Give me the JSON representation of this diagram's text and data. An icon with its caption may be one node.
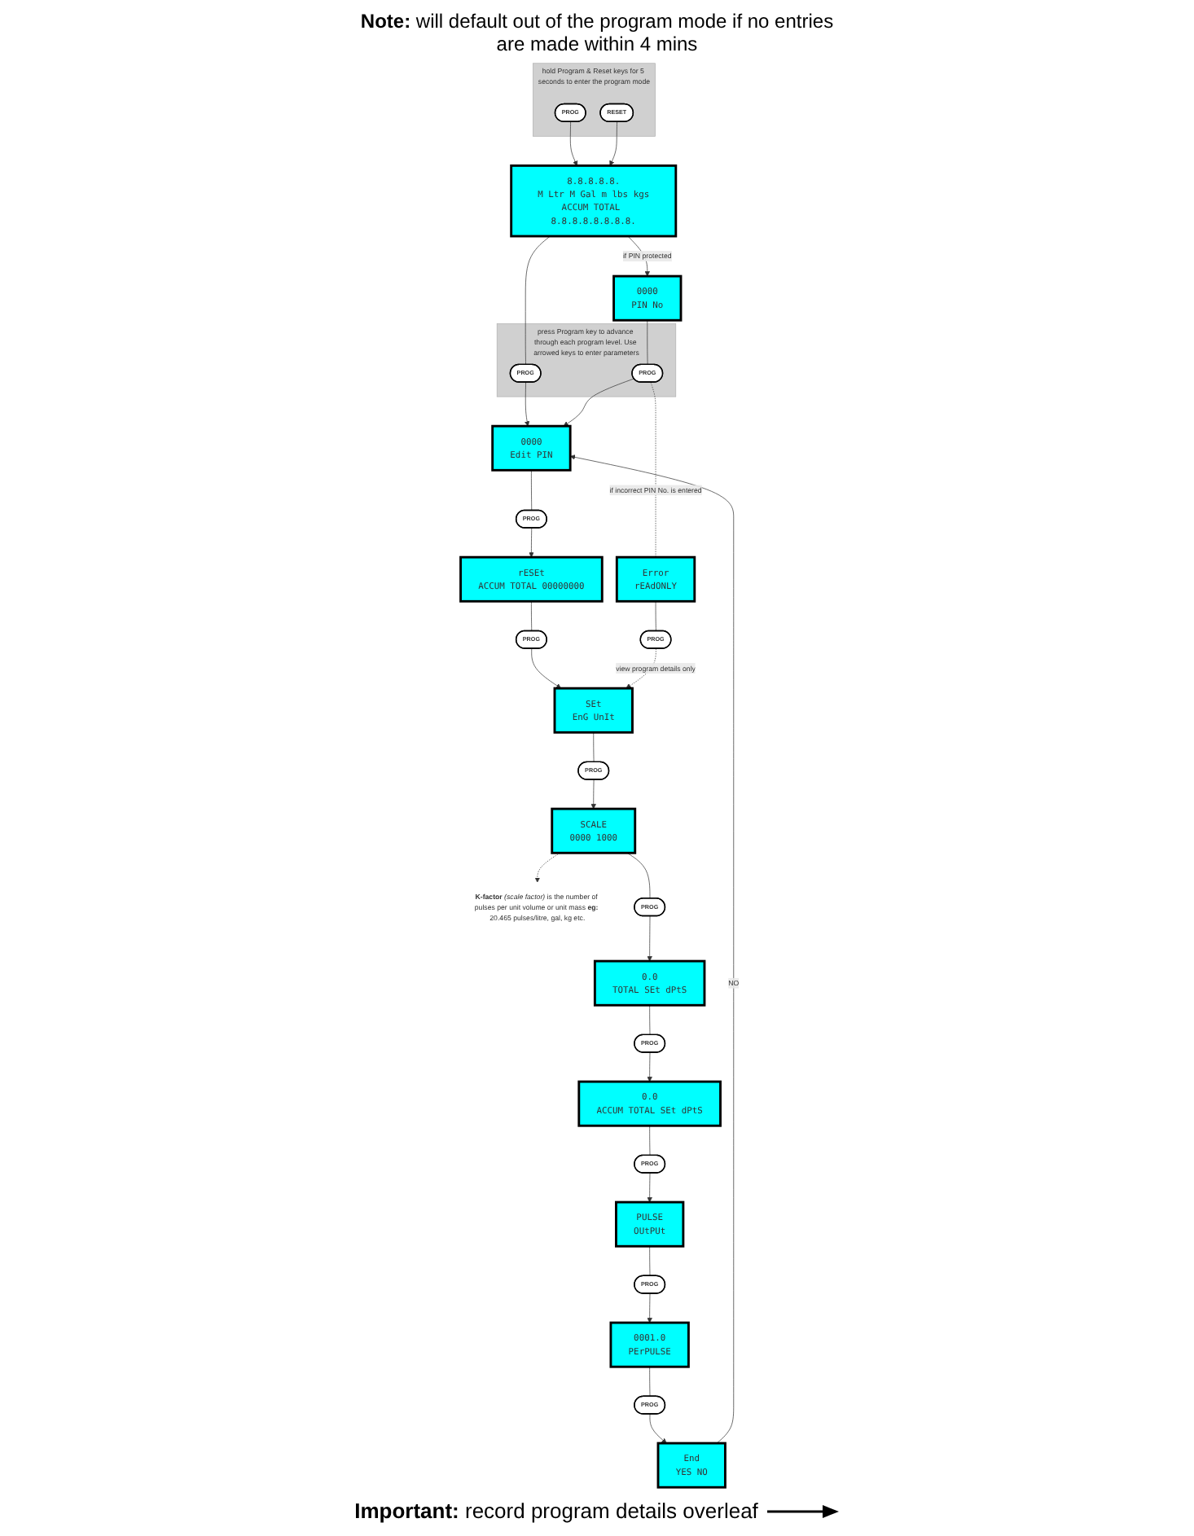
{
  "diagram": {
    "nodes": [
      {
        "text": [
          "hold Program & Reset keys for 5 seconds to enter the program mode"
        ]
      },
      {
        "text": [
          "PROG"
        ],
        "in": 0
      },
      {
        "text": [
          "RESET"
        ],
        "in": 0
      },
      {
        "text": [
          "8.8.8.8.8.",
          "M Ltr M Gal m lbs kgs",
          "ACCUM TOTAL 8.8.8.8.8.8.8.8."
        ]
      },
      {
        "text": [
          "0000",
          "PIN No"
        ]
      },
      {
        "text": [
          "press Program key to advance through each program level. Use arrowed keys to enter parameters"
        ]
      },
      {
        "text": [
          "PROG"
        ],
        "in": 5
      },
      {
        "text": [
          "PROG"
        ],
        "in": 5
      },
      {
        "text": [
          "0000",
          "Edit PIN"
        ]
      },
      {
        "text": [
          "PROG"
        ]
      },
      {
        "text": [
          "rESEt",
          "ACCUM TOTAL 00000000"
        ]
      },
      {
        "text": [
          "Error",
          "rEAdONLY"
        ]
      },
      {
        "text": [
          "PROG"
        ]
      },
      {
        "text": [
          "PROG"
        ]
      },
      {
        "text": [
          "SEt",
          "EnG UnIt"
        ]
      },
      {
        "text": [
          "PROG"
        ]
      },
      {
        "text": [
          "SCALE",
          "0000 1000"
        ]
      },
      {
        "text": [
          "**K-factor** *(scale factor)* is the number of pulses per unit volume or unit mass **eg:** 20.465 pulses/litre, gal, kg etc."
        ]
      },
      {
        "text": [
          "PROG"
        ]
      },
      {
        "text": [
          "0.0",
          "TOTAL SEt dPtS"
        ]
      },
      {
        "text": [
          "PROG"
        ]
      },
      {
        "text": [
          "0.0",
          "ACCUM TOTAL SEt dPtS"
        ]
      },
      {
        "text": [
          "PROG"
        ]
      },
      {
        "text": [
          "PULSE",
          "OUtPUt"
        ]
      },
      {
        "text": [
          "PROG"
        ]
      },
      {
        "text": [
          "0001.0",
          "PErPULSE"
        ]
      },
      {
        "text": [
          "PROG"
        ]
      },
      {
        "text": [
          "End",
          "YES NO"
        ]
      }
    ],
    "edges": [
      {
        "from": 1,
        "to": 3,
        "arrow": "to"
      },
      {
        "from": 2,
        "to": 3,
        "arrow": "to"
      },
      {
        "from": 3,
        "to": 4,
        "arrow": "to",
        "label": "if PIN protected"
      },
      {
        "from": 3,
        "to": 6,
        "arrow": "none"
      },
      {
        "from": 6,
        "to": 8,
        "arrow": "to"
      },
      {
        "from": 4,
        "to": 7,
        "arrow": "none"
      },
      {
        "from": 7,
        "to": 8,
        "arrow": "to"
      },
      {
        "from": 7,
        "to": 11,
        "arrow": "none",
        "style": "dashed",
        "label": "if incorrect PIN No. is entered"
      },
      {
        "from": 8,
        "to": 9,
        "arrow": "none"
      },
      {
        "from": 9,
        "to": 10,
        "arrow": "to"
      },
      {
        "from": 10,
        "to": 13,
        "arrow": "none"
      },
      {
        "from": 13,
        "to": 14,
        "arrow": "to"
      },
      {
        "from": 11,
        "to": 12,
        "arrow": "none"
      },
      {
        "from": 12,
        "to": 14,
        "arrow": "to",
        "style": "dashed",
        "label": "view program details only"
      },
      {
        "from": 14,
        "to": 15,
        "arrow": "none"
      },
      {
        "from": 15,
        "to": 16,
        "arrow": "to"
      },
      {
        "from": 16,
        "to": 17,
        "arrow": "to",
        "style": "dashed"
      },
      {
        "from": 16,
        "to": 18,
        "arrow": "none"
      },
      {
        "from": 18,
        "to": 19,
        "arrow": "to"
      },
      {
        "from": 19,
        "to": 20,
        "arrow": "none"
      },
      {
        "from": 20,
        "to": 21,
        "arrow": "to"
      },
      {
        "from": 21,
        "to": 22,
        "arrow": "none"
      },
      {
        "from": 22,
        "to": 23,
        "arrow": "to"
      },
      {
        "from": 23,
        "to": 24,
        "arrow": "none"
      },
      {
        "from": 24,
        "to": 25,
        "arrow": "to"
      },
      {
        "from": 25,
        "to": 26,
        "arrow": "none"
      },
      {
        "from": 26,
        "to": 27,
        "arrow": "to"
      },
      {
        "from": 27,
        "to": 8,
        "arrow": "to",
        "label": "NO"
      }
    ],
    "labels": [
      "**Note:** will default out of the program mode if no entries are made within 4 mins",
      "**Important:** record program details overleaf"
    ]
  }
}
